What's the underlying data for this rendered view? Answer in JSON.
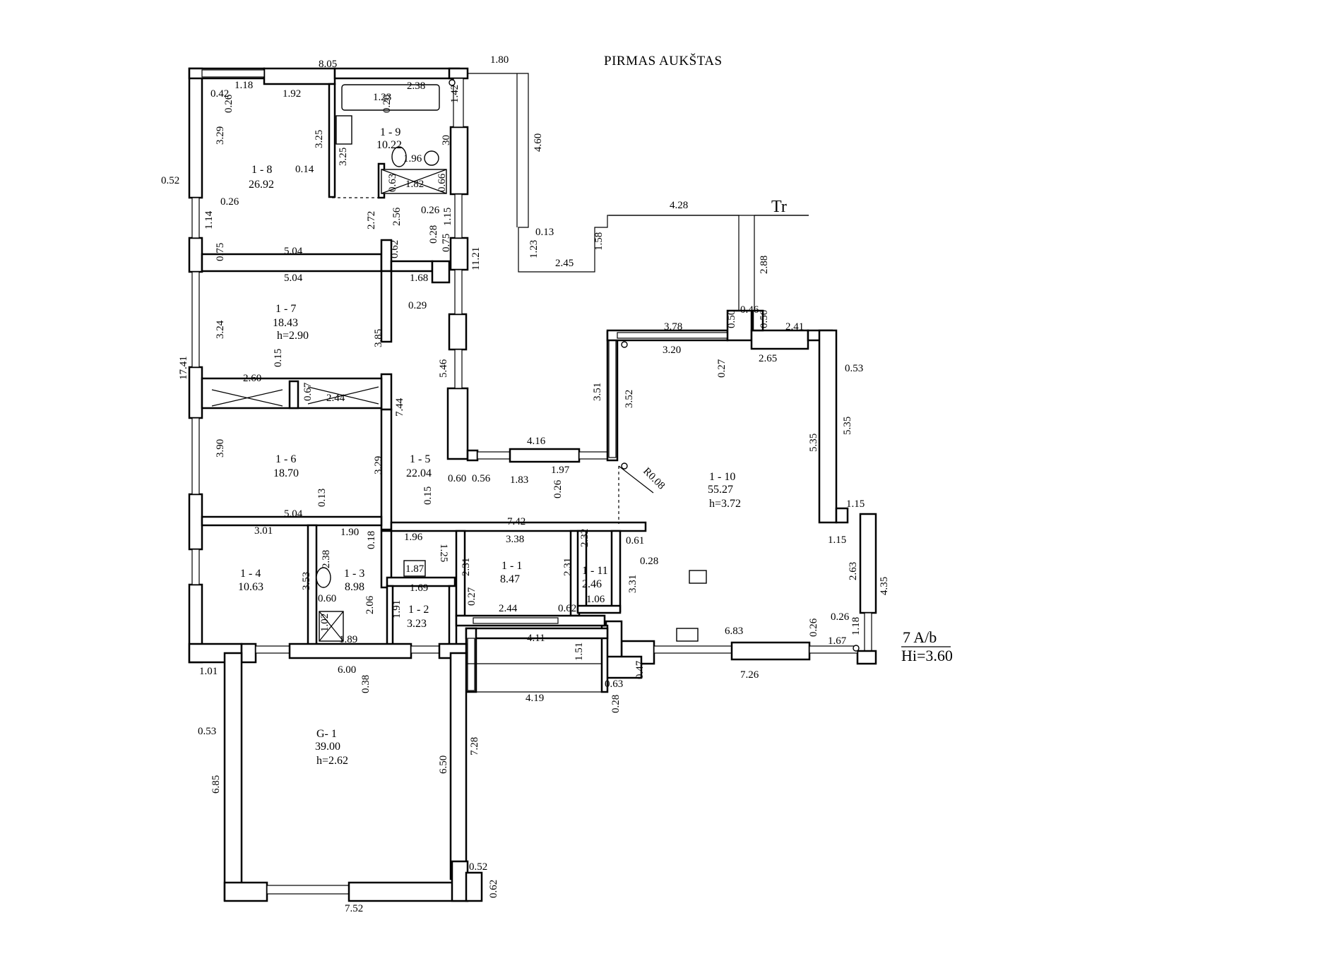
{
  "title": "PIRMAS AUKŠTAS",
  "tr_label": "Tr",
  "building_code": "7 A/b",
  "height_note": "Hi=3.60",
  "rooms": [
    {
      "id": "1 - 8",
      "area": "26.92",
      "h": ""
    },
    {
      "id": "1 - 9",
      "area": "10.22",
      "h": ""
    },
    {
      "id": "1 - 7",
      "area": "18.43",
      "h": "h=2.90"
    },
    {
      "id": "1 - 6",
      "area": "18.70",
      "h": ""
    },
    {
      "id": "1 - 5",
      "area": "22.04",
      "h": ""
    },
    {
      "id": "1 - 4",
      "area": "10.63",
      "h": ""
    },
    {
      "id": "1 - 3",
      "area": "8.98",
      "h": ""
    },
    {
      "id": "1 - 2",
      "area": "3.23",
      "h": ""
    },
    {
      "id": "1 - 1",
      "area": "8.47",
      "h": ""
    },
    {
      "id": "1 - 11",
      "area": "2.46",
      "h": ""
    },
    {
      "id": "1 - 10",
      "area": "55.27",
      "h": "h=3.72"
    },
    {
      "id": "G- 1",
      "area": "39.00",
      "h": "h=2.62"
    }
  ],
  "dimensions": [
    "8.05",
    "1.18",
    "1.92",
    "0.42",
    "0.26",
    "3.29",
    "3.25",
    "0.52",
    "0.14",
    "0.26",
    "1.14",
    "0.75",
    "5.04",
    "1.23",
    "2.38",
    "0.26",
    "1.42",
    "3.25",
    "1.96",
    "30",
    "0.63",
    "1.82",
    "0.66",
    "2.72",
    "2.56",
    "0.26",
    "1.15",
    "0.28",
    "0.75",
    "0.62",
    "11.21",
    "1.68",
    "5.04",
    "0.29",
    "3.24",
    "3.85",
    "17.41",
    "0.15",
    "2.60",
    "0.67",
    "2.44",
    "7.44",
    "5.46",
    "3.90",
    "3.29",
    "0.13",
    "5.04",
    "0.15",
    "1.96",
    "1.25",
    "7.42",
    "3.01",
    "1.90",
    "0.18",
    "2.38",
    "1.87",
    "3.38",
    "2.32",
    "0.61",
    "0.28",
    "3.53",
    "0.60",
    "1.69",
    "2.31",
    "0.27",
    "2.31",
    "3.31",
    "1.06",
    "2.06",
    "1.91",
    "1.02",
    "1.89",
    "2.44",
    "0.62",
    "4.11",
    "1.51",
    "0.63",
    "0.47",
    "1.01",
    "6.00",
    "0.38",
    "4.19",
    "0.28",
    "0.53",
    "6.85",
    "6.50",
    "7.28",
    "0.52",
    "0.62",
    "7.52",
    "1.80",
    "4.60",
    "0.13",
    "1.23",
    "2.45",
    "1.58",
    "4.28",
    "2.88",
    "0.50",
    "0.46",
    "0.50",
    "3.78",
    "3.20",
    "2.41",
    "2.65",
    "0.27",
    "0.53",
    "3.51",
    "3.52",
    "5.35",
    "5.35",
    "4.16",
    "0.60",
    "0.56",
    "1.83",
    "1.97",
    "0.26",
    "R0.08",
    "1.15",
    "1.15",
    "2.63",
    "4.35",
    "0.26",
    "0.26",
    "1.18",
    "1.67",
    "6.83",
    "7.26"
  ]
}
